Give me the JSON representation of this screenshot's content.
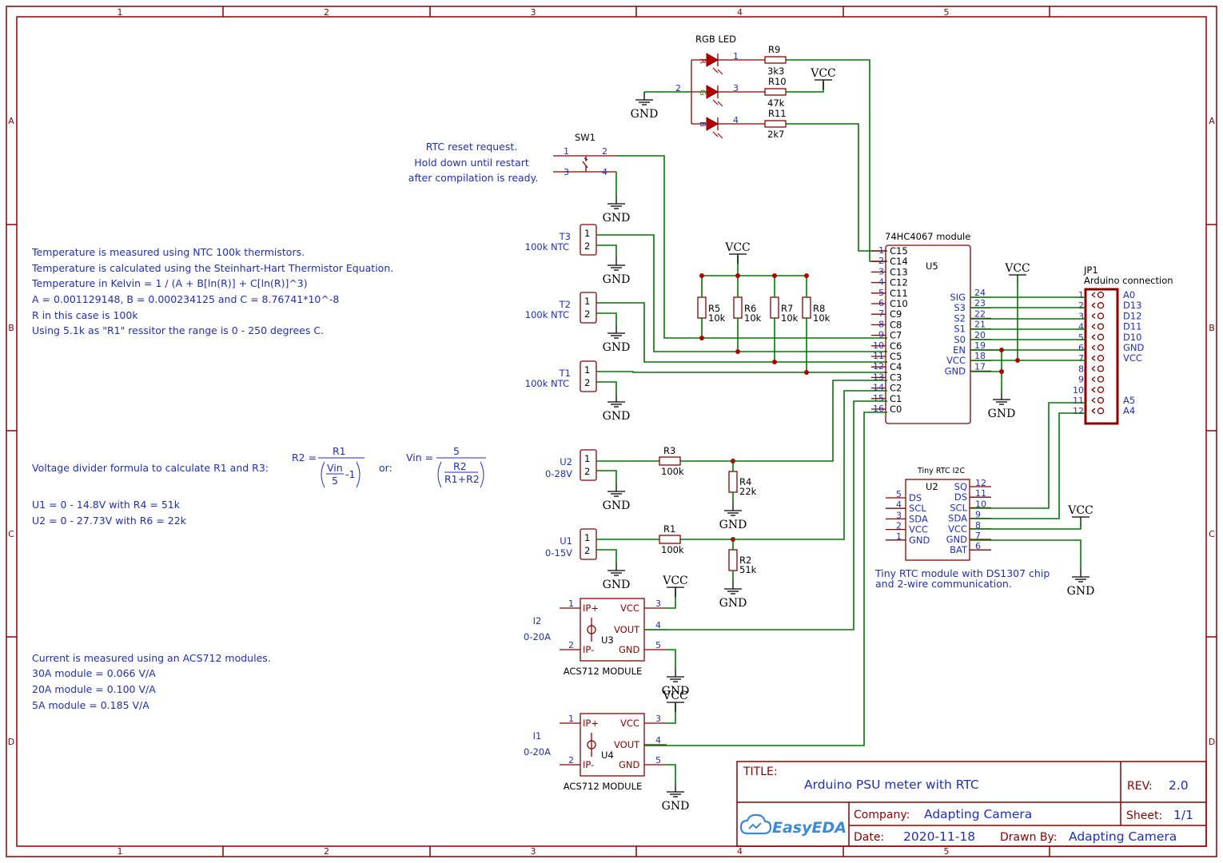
{
  "frame": {
    "col_labels": [
      "1",
      "2",
      "3",
      "4",
      "5"
    ],
    "row_labels": [
      "A",
      "B",
      "C",
      "D"
    ]
  },
  "notes": {
    "rtc_reset": [
      "RTC reset request.",
      "Hold down until restart",
      "after compilation is ready."
    ],
    "temperature": [
      "Temperature is measured using NTC 100k thermistors.",
      "Temperature is calculated using the Steinhart-Hart Thermistor Equation.",
      "Temperature in Kelvin = 1 / (A + B[ln(R)] + C[ln(R)]^3)",
      "A = 0.001129148, B = 0.000234125 and C = 8.76741*10^-8",
      "R in this case is 100k",
      "Using 5.1k as \"R1\" ressitor the range is 0 - 250 degrees C."
    ],
    "voltage_title": "Voltage divider formula to calculate R1 and R3:",
    "voltage_lines": [
      "U1 = 0 - 14.8V with R4 = 51k",
      "U2 = 0 - 27.73V with R6 = 22k"
    ],
    "formula": {
      "r2": "R2 =",
      "r1": "R1",
      "vin": "Vin",
      "five": "5",
      "minus1": "-1",
      "or": "or:",
      "vin_eq": "Vin =",
      "five2": "5",
      "r2b": "R2",
      "r1r2": "R1+R2"
    },
    "current": [
      "Current is measured using an ACS712 modules.",
      "30A module = 0.066 V/A",
      "20A module = 0.100 V/A",
      "5A module = 0.185 V/A"
    ],
    "tiny_rtc": [
      "Tiny RTC module with DS1307 chip",
      "and 2-wire communication."
    ]
  },
  "power": {
    "vcc": "VCC",
    "gnd": "GND"
  },
  "led": {
    "title": "RGB LED",
    "r": "R",
    "g": "G",
    "b": "B",
    "pins": [
      "1",
      "3",
      "4",
      "2"
    ],
    "resistors": [
      {
        "ref": "R9",
        "value": "3k3"
      },
      {
        "ref": "R10",
        "value": "47k"
      },
      {
        "ref": "R11",
        "value": "2k7"
      }
    ]
  },
  "sw1": {
    "ref": "SW1",
    "pins": [
      "1",
      "2",
      "3",
      "4"
    ]
  },
  "thermistors": [
    {
      "ref": "T3",
      "value": "100k NTC"
    },
    {
      "ref": "T2",
      "value": "100k NTC"
    },
    {
      "ref": "T1",
      "value": "100k NTC"
    }
  ],
  "conn_pins": [
    "1",
    "2"
  ],
  "pullups": [
    {
      "ref": "R5",
      "value": "10k"
    },
    {
      "ref": "R6",
      "value": "10k"
    },
    {
      "ref": "R7",
      "value": "10k"
    },
    {
      "ref": "R8",
      "value": "10k"
    }
  ],
  "mux": {
    "title": "74HC4067 module",
    "ref": "U5",
    "left_pins": [
      {
        "num": "1",
        "name": "C15"
      },
      {
        "num": "2",
        "name": "C14"
      },
      {
        "num": "3",
        "name": "C13"
      },
      {
        "num": "4",
        "name": "C12"
      },
      {
        "num": "5",
        "name": "C11"
      },
      {
        "num": "6",
        "name": "C10"
      },
      {
        "num": "7",
        "name": "C9"
      },
      {
        "num": "8",
        "name": "C8"
      },
      {
        "num": "9",
        "name": "C7"
      },
      {
        "num": "10",
        "name": "C6"
      },
      {
        "num": "11",
        "name": "C5"
      },
      {
        "num": "12",
        "name": "C4"
      },
      {
        "num": "13",
        "name": "C3"
      },
      {
        "num": "14",
        "name": "C2"
      },
      {
        "num": "15",
        "name": "C1"
      },
      {
        "num": "16",
        "name": "C0"
      }
    ],
    "right_pins": [
      {
        "num": "24",
        "name": "SIG"
      },
      {
        "num": "23",
        "name": "S3"
      },
      {
        "num": "22",
        "name": "S2"
      },
      {
        "num": "21",
        "name": "S1"
      },
      {
        "num": "20",
        "name": "S0"
      },
      {
        "num": "19",
        "name": "EN"
      },
      {
        "num": "18",
        "name": "VCC"
      },
      {
        "num": "17",
        "name": "GND"
      }
    ]
  },
  "jp1": {
    "ref": "JP1",
    "title": "Arduino connection",
    "pins": [
      "1",
      "2",
      "3",
      "4",
      "5",
      "6",
      "7",
      "8",
      "9",
      "10",
      "11",
      "12"
    ],
    "names": [
      "A0",
      "D13",
      "D12",
      "D11",
      "D10",
      "GND",
      "VCC",
      "",
      "",
      "",
      "A5",
      "A4"
    ]
  },
  "dividers": [
    {
      "ref": "U2",
      "range": "0-28V",
      "rtop": "R3",
      "rtop_val": "100k",
      "rbot": "R4",
      "rbot_val": "22k"
    },
    {
      "ref": "U1",
      "range": "0-15V",
      "rtop": "R1",
      "rtop_val": "100k",
      "rbot": "R2",
      "rbot_val": "51k"
    }
  ],
  "acs": [
    {
      "ref": "I2",
      "range": "0-20A",
      "uref": "U3",
      "caption": "ACS712 MODULE"
    },
    {
      "ref": "I1",
      "range": "0-20A",
      "uref": "U4",
      "caption": "ACS712 MODULE"
    }
  ],
  "acs_pins": {
    "ipp": "IP+",
    "ipm": "IP-",
    "vcc": "VCC",
    "vout": "VOUT",
    "gnd": "GND",
    "nums": [
      "1",
      "2",
      "3",
      "4",
      "5"
    ]
  },
  "rtc": {
    "title": "Tiny RTC I2C",
    "ref": "U2",
    "left_pins": [
      {
        "num": "5",
        "name": "DS"
      },
      {
        "num": "4",
        "name": "SCL"
      },
      {
        "num": "3",
        "name": "SDA"
      },
      {
        "num": "2",
        "name": "VCC"
      },
      {
        "num": "1",
        "name": "GND"
      }
    ],
    "right_pins": [
      {
        "num": "12",
        "name": "SQ"
      },
      {
        "num": "11",
        "name": "DS"
      },
      {
        "num": "10",
        "name": "SCL"
      },
      {
        "num": "9",
        "name": "SDA"
      },
      {
        "num": "8",
        "name": "VCC"
      },
      {
        "num": "7",
        "name": "GND"
      },
      {
        "num": "6",
        "name": "BAT"
      }
    ]
  },
  "title_block": {
    "title_label": "TITLE:",
    "title": "Arduino PSU meter with RTC",
    "rev_label": "REV:",
    "rev": "2.0",
    "company_label": "Company:",
    "company": "Adapting Camera",
    "sheet_label": "Sheet:",
    "sheet": "1/1",
    "date_label": "Date:",
    "date": "2020-11-18",
    "drawn_label": "Drawn By:",
    "drawn": "Adapting Camera",
    "logo": "EasyEDA"
  },
  "colors": {
    "frame": "#8b0000",
    "wire": "#007a00",
    "note": "#1f2fb8"
  }
}
